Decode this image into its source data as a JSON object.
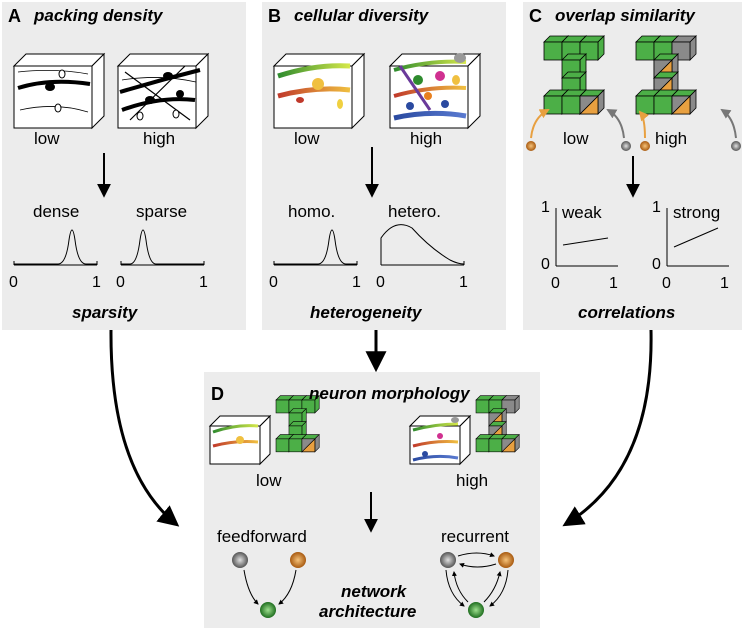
{
  "panelA": {
    "letter": "A",
    "title": "packing density",
    "cube_low": "low",
    "cube_high": "high",
    "dist_left": "dense",
    "dist_right": "sparse",
    "ticks": [
      "0",
      "1",
      "0",
      "1"
    ],
    "footer": "sparsity"
  },
  "panelB": {
    "letter": "B",
    "title": "cellular diversity",
    "cube_low": "low",
    "cube_high": "high",
    "dist_left": "homo.",
    "dist_right": "hetero.",
    "ticks": [
      "0",
      "1",
      "0",
      "1"
    ],
    "footer": "heterogeneity"
  },
  "panelC": {
    "letter": "C",
    "title": "overlap similarity",
    "block_low": "low",
    "block_high": "high",
    "corr_left": "weak",
    "corr_right": "strong",
    "y_ticks": [
      "1",
      "0"
    ],
    "x_ticks": [
      "0",
      "1",
      "0",
      "1"
    ],
    "footer": "correlations"
  },
  "panelD": {
    "letter": "D",
    "title": "neuron morphology",
    "label_low": "low",
    "label_high": "high",
    "net_left": "feedforward",
    "net_right": "recurrent",
    "footer_line1": "network",
    "footer_line2": "architecture"
  },
  "colors": {
    "panel": "#ececec",
    "green": "#4caf47",
    "orange": "#e8a040",
    "gray": "#8a8a8a",
    "node_green": "#2e8b2e",
    "node_orange": "#c87a20",
    "node_gray": "#888888"
  }
}
